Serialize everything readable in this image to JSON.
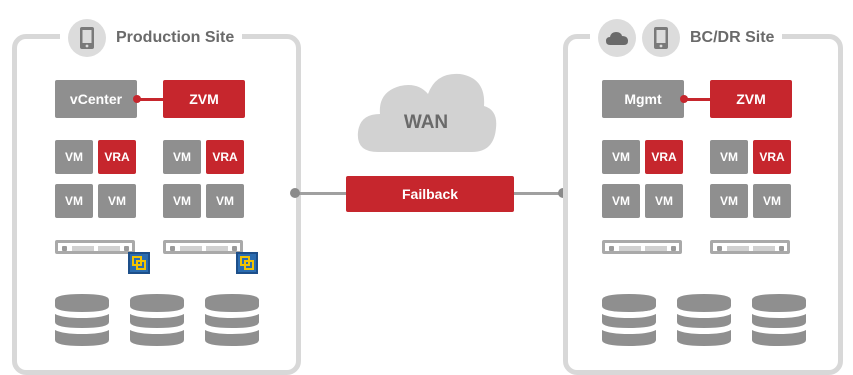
{
  "production": {
    "title": "Production Site",
    "vcenter": "vCenter",
    "zvm": "ZVM",
    "vm": "VM",
    "vra": "VRA"
  },
  "dr": {
    "title": "BC/DR Site",
    "mgmt": "Mgmt",
    "zvm": "ZVM",
    "vm": "VM",
    "vra": "VRA"
  },
  "wan": {
    "label": "WAN"
  },
  "link": {
    "label": "Failback"
  },
  "icons": [
    "phone-icon",
    "cloud-icon",
    "vmware-icon",
    "database-icon",
    "server-icon"
  ],
  "colors": {
    "accent": "#c6262d",
    "gray_box": "#8f8f8f",
    "frame": "#d8d8d8",
    "title": "#6a6a6a"
  }
}
